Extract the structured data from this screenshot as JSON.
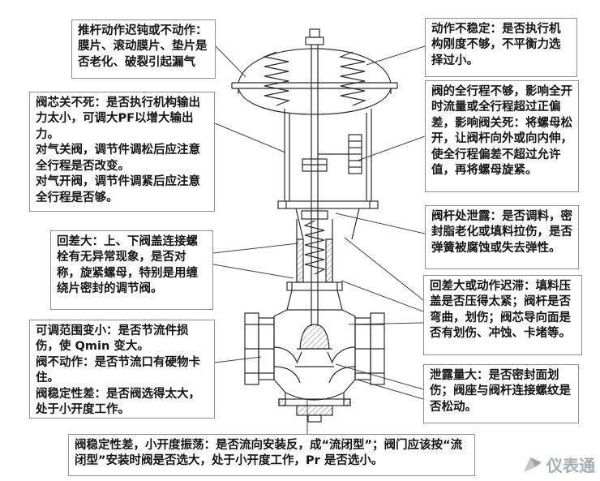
{
  "diagram": {
    "notes": {
      "l1": "推杆动作迟钝或不动作：膜片、滚动膜片、垫片是否老化、破裂引起漏气",
      "l2": "阀芯关不死：是否执行机构输出力太小，可调大PF以增大输出力。\n对气关阀，调节件调松后应注意全行程是否改变。\n对气开阀，调节件调紧后应注意全行程是否够。",
      "l3": "回差大：上、下阀盖连接螺栓有无异常现象，是否对称，旋紧螺母，特别是用缠绕片密封的调节阀。",
      "l4": "可调范围变小：是否节流件损伤，使 Qmin 变大。\n阀不动作：是否节流口有硬物卡住。\n阀稳定性差：是否阀选得太大，处于小开度工作。",
      "r1": "动作不稳定：是否执行机构刚度不够，不平衡力选择过小。",
      "r2": "阀的全行程不够，影响全开时流量或全行程超过正偏差，影响阀关死：将螺母松开，让阀杆向外或向内伸，使全行程偏差不超过允许值，再将螺母旋紧。",
      "r3": "阀杆处泄露：是否调料，密封脂老化或填料拉伤，是否弹簧被腐蚀或失去弹性。",
      "r4": "回差大或动作迟滞：填料压盖是否压得太紧；阀杆是否弯曲，划伤；阀芯导向面是否有划伤、冲蚀、卡堵等。",
      "r5": "泄露量大：是否密封面划伤；阀座与阀杆连接螺纹是否松动。",
      "bottom": "阀稳定性差，小开度振荡：是否流向安装反，成“流闭型”；阀门应该按“流闭型”安装时阀是否选大，处于小开度工作，Pr 是否选小。"
    },
    "watermark": {
      "text": "仪表通"
    },
    "colors": {
      "line": "#2b2b2b",
      "leader": "#444444",
      "box_border": "#8f8f8f",
      "watermark": "#a7adb4"
    }
  }
}
